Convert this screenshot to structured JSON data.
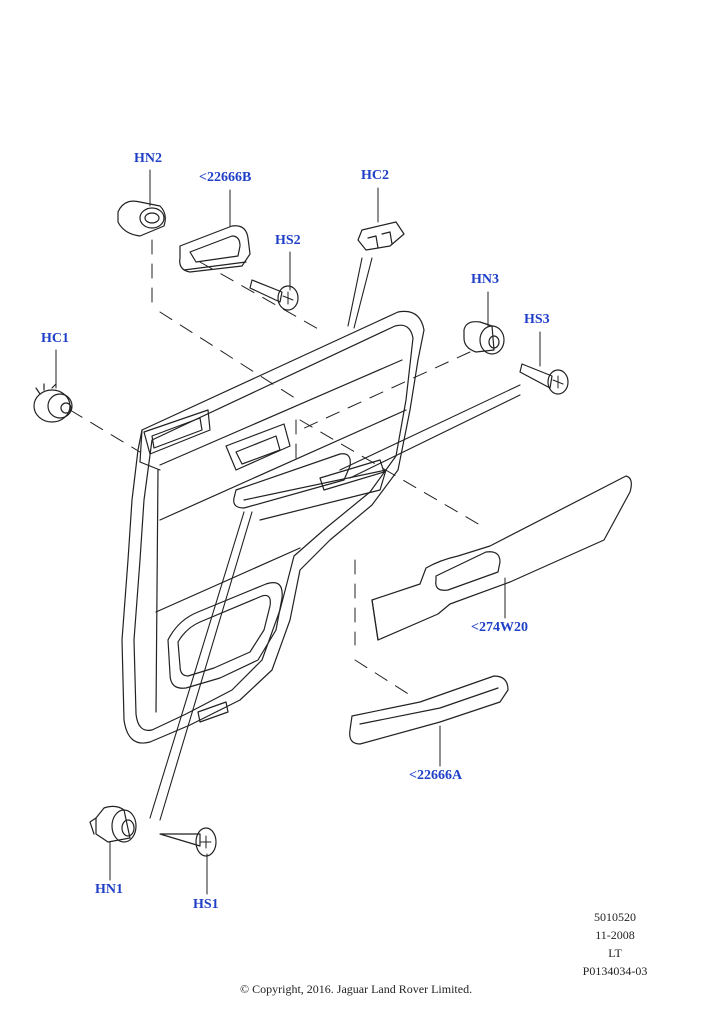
{
  "callouts": {
    "hn2": "HN2",
    "c22666b": "<22666B",
    "hs2": "HS2",
    "hc2": "HC2",
    "hc1": "HC1",
    "hn3": "HN3",
    "hs3": "HS3",
    "c274w20": "<274W20",
    "c22666a": "<22666A",
    "hn1": "HN1",
    "hs1": "HS1"
  },
  "info": {
    "code": "5010520",
    "date": "11-2008",
    "side": "LT",
    "ref": "P0134034-03"
  },
  "copyright": "© Copyright, 2016. Jaguar Land Rover Limited.",
  "colors": {
    "callout": "#1f3fc7",
    "line": "#222222"
  }
}
